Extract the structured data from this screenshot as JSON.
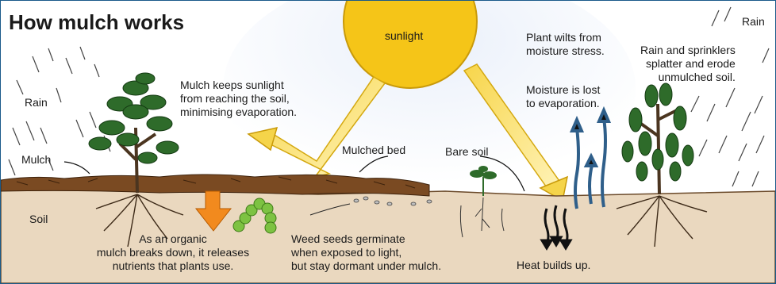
{
  "title": "How mulch works",
  "labels": {
    "sunlight": "sunlight",
    "rain_left": "Rain",
    "mulch": "Mulch",
    "soil": "Soil",
    "mulch_keeps": [
      "Mulch keeps sunlight",
      "from reaching the soil,",
      "minimising evaporation."
    ],
    "mulched_bed": "Mulched bed",
    "bare_soil": "Bare soil",
    "plant_wilts": [
      "Plant wilts from",
      "moisture stress."
    ],
    "moisture_lost": [
      "Moisture is lost",
      "to evaporation."
    ],
    "rain_right": "Rain",
    "rain_sprinklers": [
      "Rain and sprinklers",
      "splatter and erode",
      "unmulched soil."
    ],
    "organic_mulch": [
      "As an organic",
      "mulch breaks down, it releases",
      "nutrients that plants use."
    ],
    "weed_seeds": [
      "Weed seeds germinate",
      "when exposed to light,",
      "but stay dormant under mulch."
    ],
    "heat": "Heat builds up."
  },
  "colors": {
    "sun": "#f5c518",
    "soil": "#ead8bf",
    "mulch": "#7a4a22",
    "leaf": "#2e6b2a",
    "moisture_arrow": "#2f5f8a",
    "decompose_arrow": "#f28a1e",
    "caterpillar": "#7dc242"
  }
}
